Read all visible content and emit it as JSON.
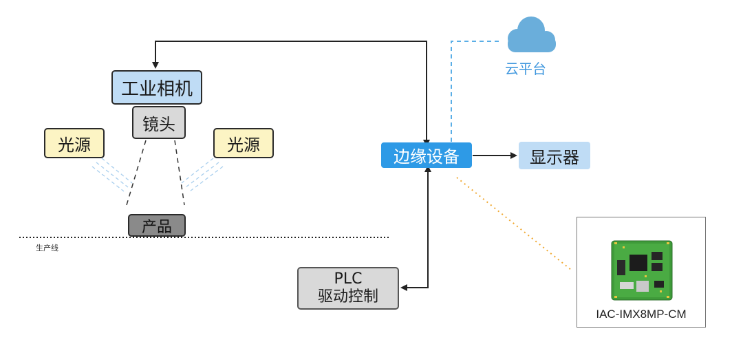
{
  "diagram": {
    "nodes": {
      "camera": "工业相机",
      "lens": "镜头",
      "light_left": "光源",
      "light_right": "光源",
      "product": "产品",
      "production_line": "生产线",
      "edge_device": "边缘设备",
      "display": "显示器",
      "cloud": "云平台",
      "plc_line1": "PLC",
      "plc_line2": "驱动控制",
      "board": "IAC-IMX8MP-CM"
    },
    "colors": {
      "camera_fill": "#bfdcf5",
      "lens_fill": "#d9d9d9",
      "light_fill": "#fcf4c4",
      "product_fill": "#8a8a8a",
      "edge_fill": "#2e9ae6",
      "display_fill": "#bfdcf5",
      "cloud_fill": "#6aaedb",
      "cloud_link": "#5aaee6",
      "board_link": "#f0a830",
      "board_pcb": "#3f9b3a"
    },
    "icons": [
      "cloud-icon",
      "board-image"
    ]
  }
}
